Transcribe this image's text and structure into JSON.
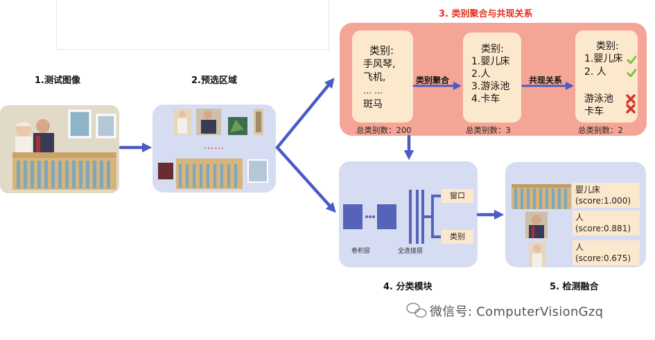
{
  "stages": {
    "s1": "1.测试图像",
    "s2": "2.预选区域",
    "s3": "3. 类别聚合与共现关系",
    "s4": "4. 分类模块",
    "s5": "5. 检测融合"
  },
  "region_dots": "……",
  "card1": {
    "line1": "类别:",
    "line2": "手风琴,",
    "line3": "飞机,",
    "line4": "… …",
    "line5": "斑马",
    "total": "总类别数：200"
  },
  "card2": {
    "line1": "类别:",
    "line2": "1.婴儿床",
    "line3": "2.人",
    "line4": "3.游泳池",
    "line5": "4.卡车",
    "total": "总类别数：3"
  },
  "card3": {
    "line1": "类别:",
    "line2": "1.婴儿床",
    "line3": "2. 人",
    "line4": "游泳池",
    "line5": "卡车",
    "total": "总类别数：2"
  },
  "arrows": {
    "aggregate": "类别聚合",
    "cooccur": "共现关系"
  },
  "classifier": {
    "conv": "卷积层",
    "fc": "全连接层",
    "window": "窗口",
    "class": "类别"
  },
  "results": [
    {
      "label": "婴儿床",
      "score": "(score:1.000)"
    },
    {
      "label": "人",
      "score": "(score:0.881)"
    },
    {
      "label": "人",
      "score": "(score:0.675)"
    }
  ],
  "watermark": "微信号: ComputerVisionGzq",
  "colors": {
    "arrow": "#4a5bc4",
    "panel_blue": "#d6dcf2",
    "panel_red": "#f4a596",
    "card": "#fce8cc",
    "title_red": "#e0301e",
    "check": "#7cc242",
    "cross": "#d9312a"
  },
  "icons": [
    "check-icon",
    "cross-icon",
    "wechat-icon"
  ]
}
